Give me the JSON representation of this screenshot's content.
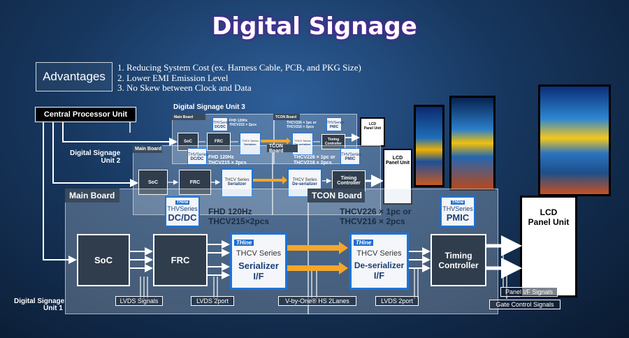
{
  "title": "Digital Signage",
  "advantages": {
    "label": "Advantages",
    "items": [
      "1. Reducing System Cost (ex. Harness Cable, PCB, and PKG Size)",
      "2. Lower EMI Emission Level",
      "3. No Skew between Clock and Data"
    ]
  },
  "cpu": "Central Processor Unit",
  "units": {
    "u1": {
      "label_line1": "Digital Signage",
      "label_line2": "Unit 1"
    },
    "u2": {
      "label_line1": "Digital Signage",
      "label_line2": "Unit 2"
    },
    "u3": {
      "label": "Digital Signage Unit 3"
    }
  },
  "boards": {
    "main": "Main Board",
    "tcon": "TCON Board"
  },
  "blocks": {
    "soc": "SoC",
    "frc": "FRC",
    "timing_line1": "Timing",
    "timing_line2": "Controller",
    "lcd_line1": "LCD",
    "lcd_line2": "Panel Unit"
  },
  "chips": {
    "brand": "THine",
    "series": "THCV Series",
    "serializer_line1": "Serializer",
    "serializer_line2": "I/F",
    "deserializer_line1": "De-serializer",
    "deserializer_line2": "I/F"
  },
  "badges": {
    "series": "THVSeries",
    "dcdc": "DC/DC",
    "pmic": "PMIC"
  },
  "main_specs": {
    "line1": "FHD 120Hz",
    "line2": "THCV215×2pcs"
  },
  "tcon_specs": {
    "line1": "THCV226 × 1pc  or",
    "line2": "THCV216 × 2pcs"
  },
  "small_main_specs": {
    "line1": "FHD 120Hz",
    "line2": "THCV215 × 2pcs"
  },
  "small_tcon_specs": {
    "line1": "THCV226 × 1pc  or",
    "line2": "THCV216 × 2pcs"
  },
  "signals": {
    "lvds": "LVDS Signals",
    "lvds2port_a": "LVDS 2port",
    "vbyone": "V-by-One® HS 2Lanes",
    "lvds2port_b": "LVDS 2port",
    "panel_if": "Panel I/F Signals",
    "gate_ctrl": "Gate Control Signals"
  },
  "colors": {
    "accent": "#1d74d8",
    "arrow": "#f4a72a",
    "board_dark": "#3a4a5c"
  }
}
